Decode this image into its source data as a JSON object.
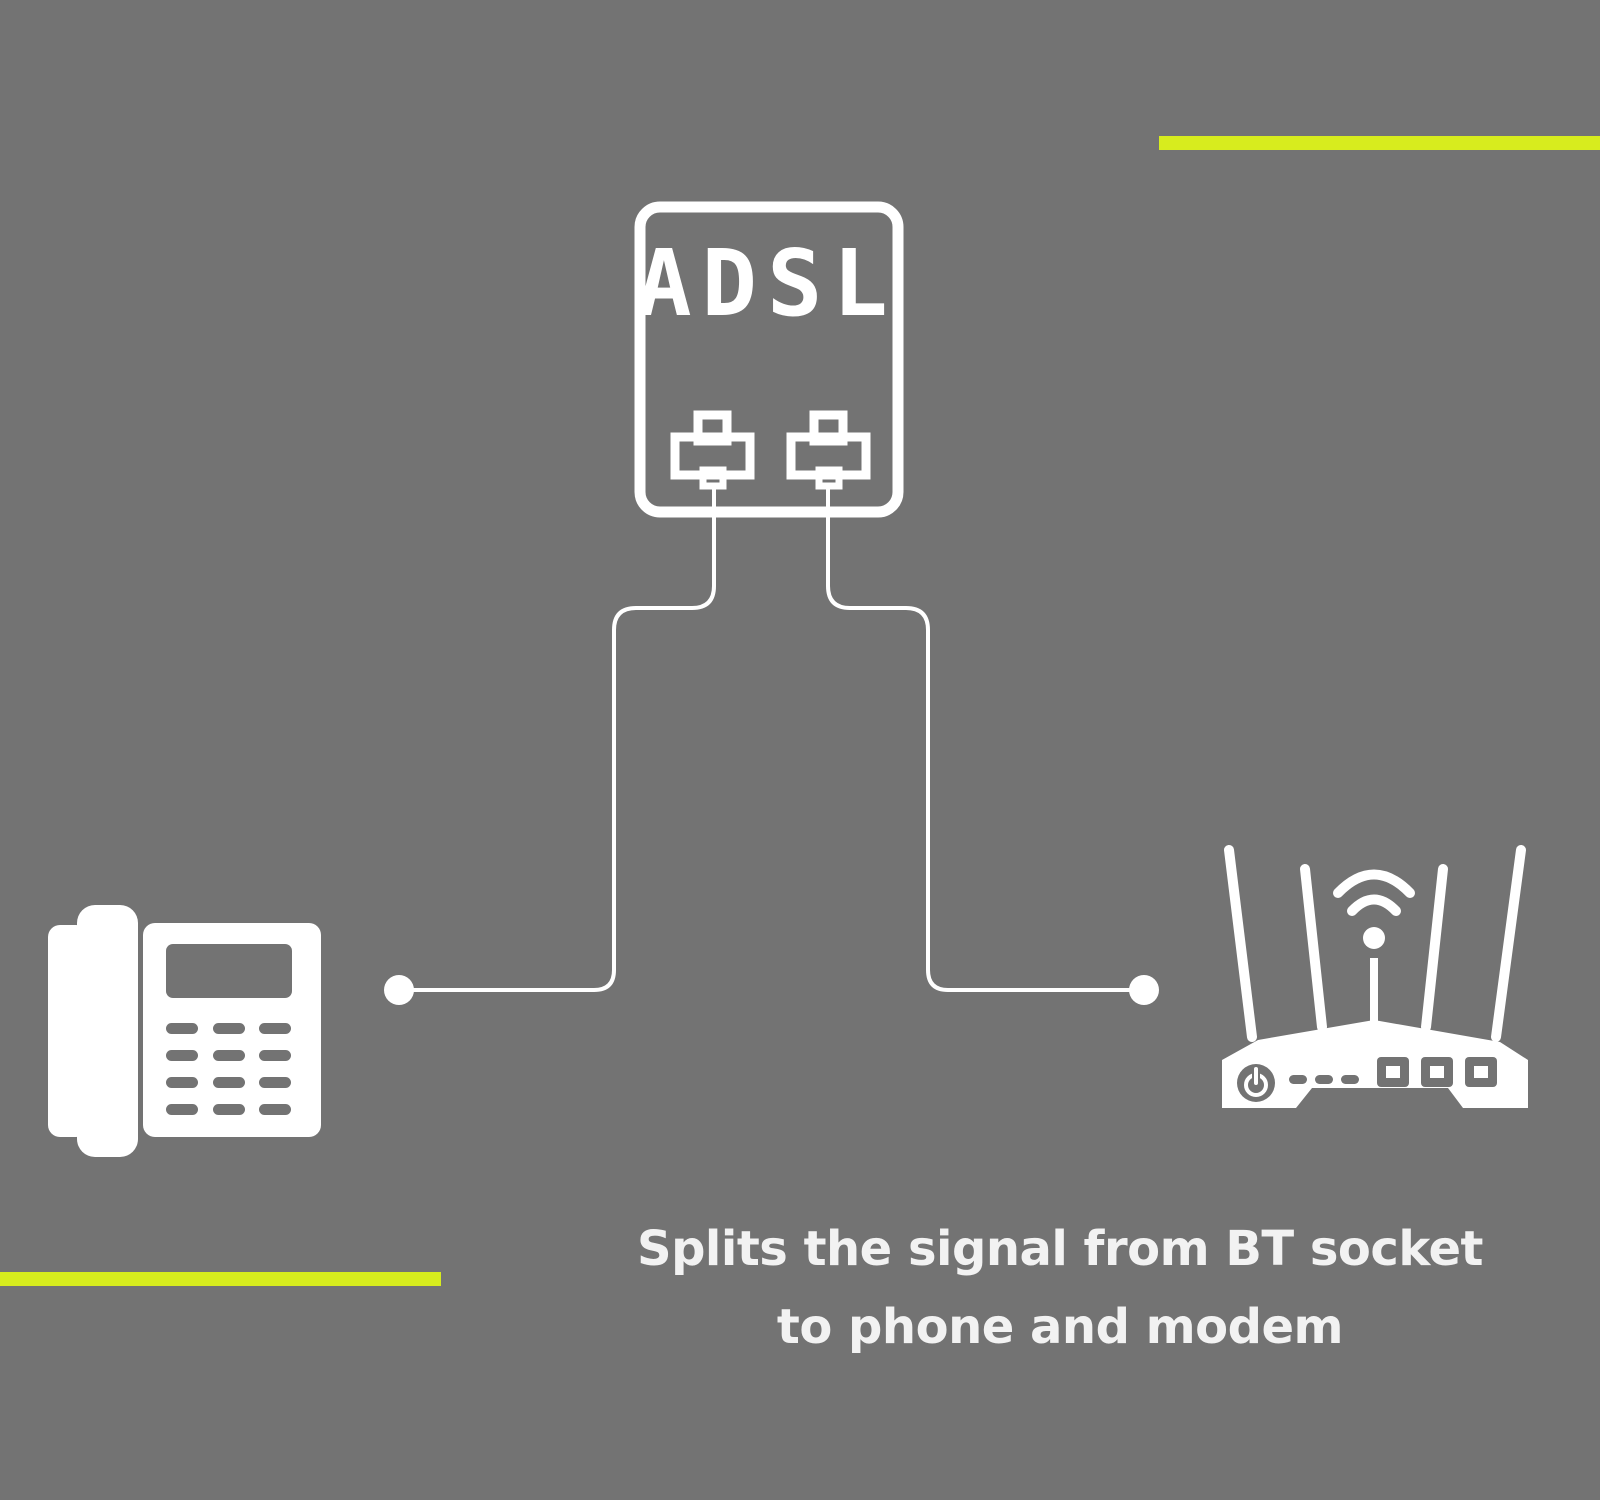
{
  "colors": {
    "background": "#737373",
    "foreground": "#ffffff",
    "accent": "#d7ec1e",
    "caption": "#f2f2f2"
  },
  "splitter": {
    "label": "ADSL",
    "ports": [
      "rj11-port-icon",
      "rj11-port-icon"
    ]
  },
  "devices": {
    "left": "desk-phone-icon",
    "right": "wifi-router-icon"
  },
  "caption": {
    "line1": "Splits the signal from BT socket",
    "line2": "to phone and modem"
  }
}
